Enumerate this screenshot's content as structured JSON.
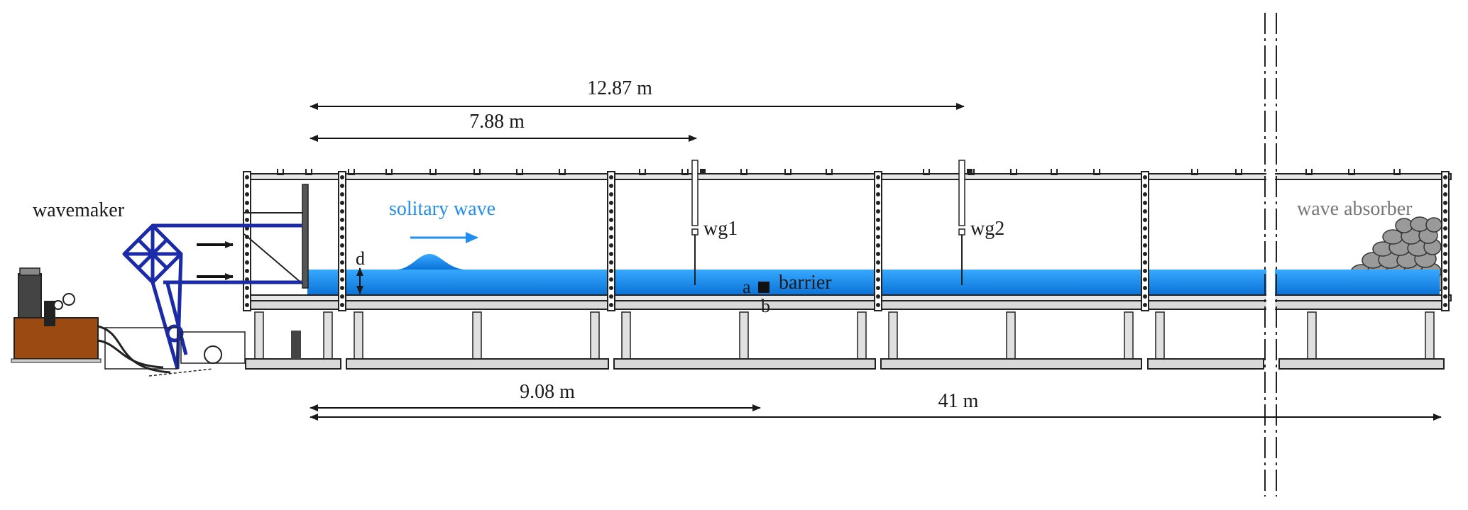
{
  "labels": {
    "wavemaker": "wavemaker",
    "solitary_wave": "solitary wave",
    "wave_absorber": "wave absorber",
    "barrier": "barrier",
    "depth": "d",
    "point_a": "a",
    "point_b": "b",
    "gauge_1": "wg1",
    "gauge_2": "wg2"
  },
  "dimensions": {
    "d1": "12.87 m",
    "d2": "7.88 m",
    "d3": "9.08 m",
    "d4": "41 m"
  },
  "colors": {
    "water_top": "#37a9ff",
    "water_bottom": "#0a72d8",
    "wavemaker_frame": "#1a2aa8",
    "tank_outline": "#222222",
    "support": "#d9d9d9",
    "absorber_rock": "#9a9a9a",
    "hydraulic_unit": "#9b4a12",
    "arrow_blue": "#1f8ef0"
  }
}
